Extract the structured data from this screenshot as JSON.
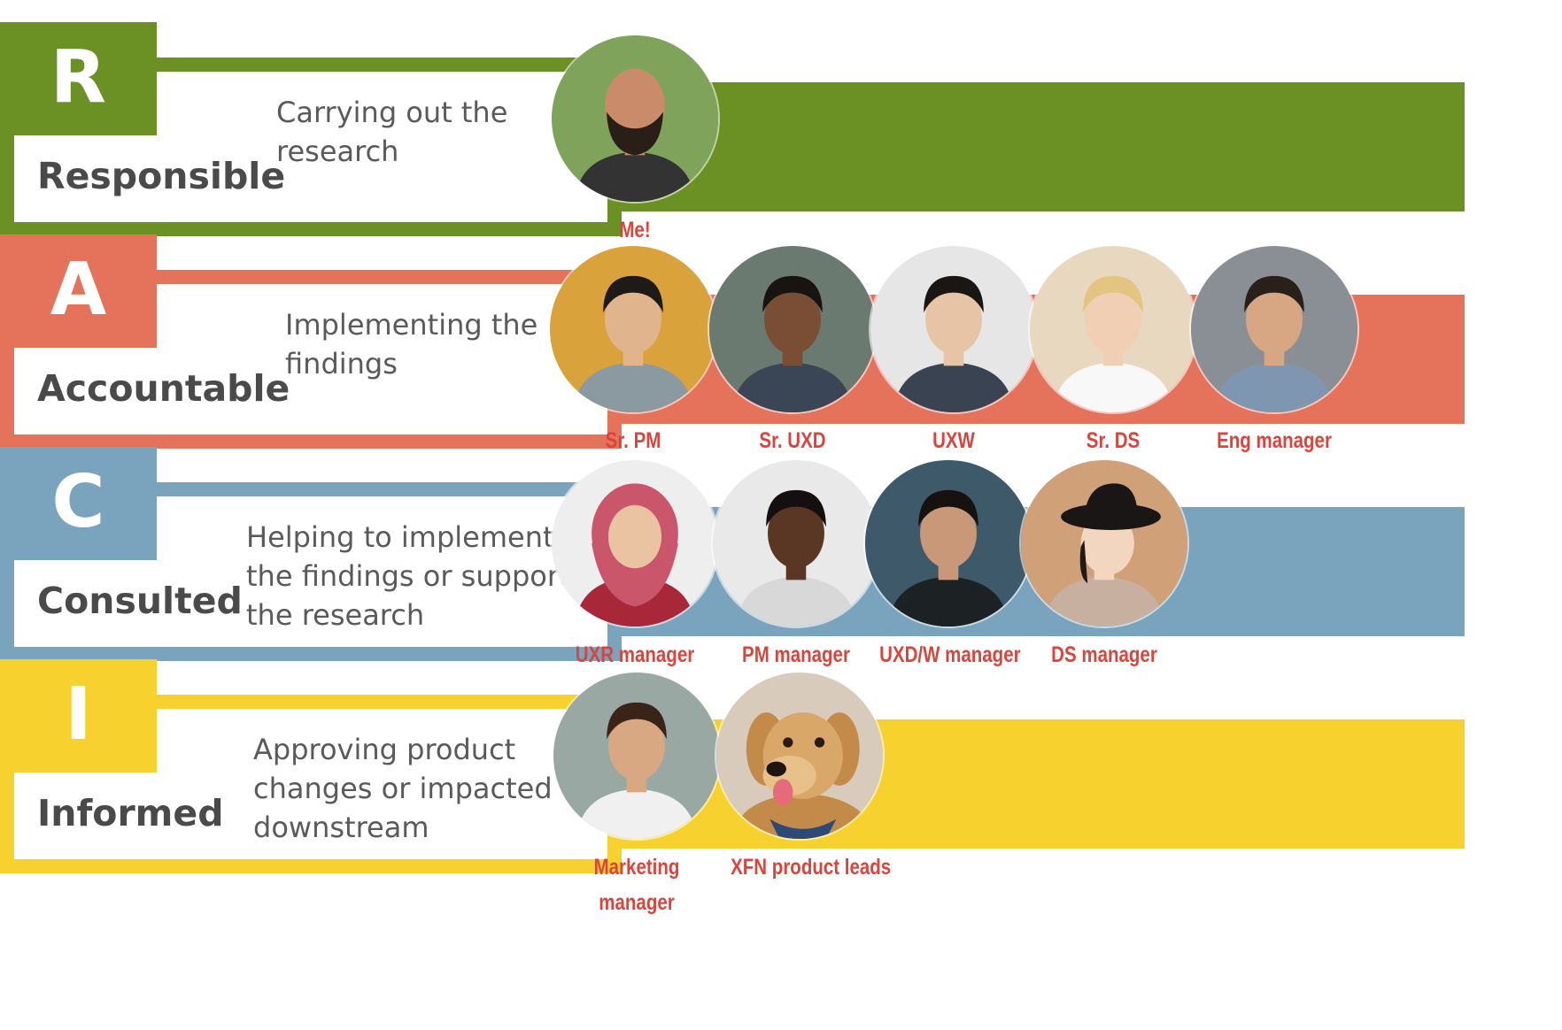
{
  "rows": [
    {
      "letter": "R",
      "role": "Responsible",
      "description": "Carrying out the research",
      "color": "#6b9023",
      "people": [
        {
          "name": "Me!",
          "icon": "person-bald-beard-icon",
          "bg": "#7fa35a",
          "skin": "#c98b6a",
          "hair": "#2a1f18",
          "shirt": "#333333"
        }
      ]
    },
    {
      "letter": "A",
      "role": "Accountable",
      "description": "Implementing the findings",
      "color": "#e5735c",
      "people": [
        {
          "name": "Sr. PM",
          "icon": "person-icon",
          "bg": "#d9a23a",
          "skin": "#e0b48c",
          "hair": "#1e1a18",
          "shirt": "#8a9aa0"
        },
        {
          "name": "Sr. UXD",
          "icon": "person-icon",
          "bg": "#6b7a70",
          "skin": "#7a4e34",
          "hair": "#181412",
          "shirt": "#3a4556"
        },
        {
          "name": "UXW",
          "icon": "person-icon",
          "bg": "#e6e6e6",
          "skin": "#e8c4a6",
          "hair": "#1a1614",
          "shirt": "#3a4352"
        },
        {
          "name": "Sr. DS",
          "icon": "person-icon",
          "bg": "#e8d8c0",
          "skin": "#f0cfb4",
          "hair": "#e3c480",
          "shirt": "#f8f8f8"
        },
        {
          "name": "Eng manager",
          "icon": "person-icon",
          "bg": "#8a8f96",
          "skin": "#d7a783",
          "hair": "#2a201a",
          "shirt": "#7e96b0"
        }
      ]
    },
    {
      "letter": "C",
      "role": "Consulted",
      "description": "Helping to implement the findings or support the research",
      "color": "#7aa3bd",
      "people": [
        {
          "name": "UXR manager",
          "icon": "person-hijab-icon",
          "bg": "#eeeeee",
          "skin": "#eac4a2",
          "hair": "#c9566a",
          "shirt": "#a8283a"
        },
        {
          "name": "PM manager",
          "icon": "person-icon",
          "bg": "#e9e9e9",
          "skin": "#5a3624",
          "hair": "#141010",
          "shirt": "#d8d8d8"
        },
        {
          "name": "UXD/W manager",
          "icon": "person-icon",
          "bg": "#3e5a6a",
          "skin": "#c99878",
          "hair": "#161210",
          "shirt": "#1c2224"
        },
        {
          "name": "DS manager",
          "icon": "person-hat-icon",
          "bg": "#d0a078",
          "skin": "#f2d6c0",
          "hair": "#221a18",
          "shirt": "#c8b0a0"
        }
      ]
    },
    {
      "letter": "I",
      "role": "Informed",
      "description": "Approving product changes or impacted downstream",
      "color": "#f7d12e",
      "people": [
        {
          "name": "Marketing manager",
          "icon": "person-icon",
          "bg": "#9aa8a4",
          "skin": "#d8a882",
          "hair": "#3a2418",
          "shirt": "#f0f0f0"
        },
        {
          "name": "XFN product leads",
          "icon": "dog-icon",
          "bg": "#d8cbbc",
          "skin": "#d9a868",
          "hair": "#c48a4a",
          "shirt": "#2c4a78"
        }
      ]
    }
  ]
}
